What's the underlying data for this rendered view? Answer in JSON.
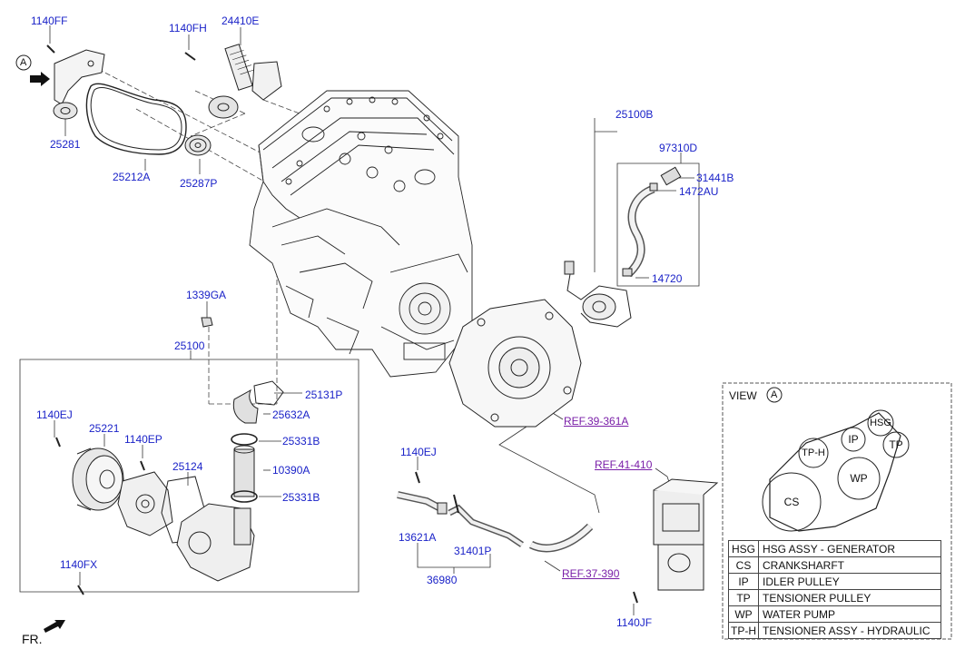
{
  "part_labels": {
    "p1140ff": "1140FF",
    "p1140fh": "1140FH",
    "p24410e": "24410E",
    "p25281": "25281",
    "p25212a": "25212A",
    "p25287p": "25287P",
    "p25100b": "25100B",
    "p97310d": "97310D",
    "p31441b": "31441B",
    "p1472au": "1472AU",
    "p14720": "14720",
    "p1339ga": "1339GA",
    "p25100": "25100",
    "p25131p": "25131P",
    "p25632a": "25632A",
    "p25331b_1": "25331B",
    "p10390a": "10390A",
    "p25331b_2": "25331B",
    "p1140ej_1": "1140EJ",
    "p25221": "25221",
    "p1140ep": "1140EP",
    "p25124": "25124",
    "p1140fx": "1140FX",
    "p1140ej_2": "1140EJ",
    "p13621a": "13621A",
    "p31401p": "31401P",
    "p36980": "36980",
    "p1140jf": "1140JF"
  },
  "references": {
    "ref39": "REF.39-361A",
    "ref41": "REF.41-410",
    "ref37": "REF.37-390"
  },
  "view_marker": "A",
  "front_indicator": "FR.",
  "view_panel": {
    "title": "VIEW",
    "marker": "A",
    "pulleys": {
      "hsg": "HSG",
      "tph": "TP-H",
      "ip": "IP",
      "tp": "TP",
      "wp": "WP",
      "cs": "CS"
    },
    "legend": [
      {
        "code": "HSG",
        "desc": "HSG ASSY - GENERATOR"
      },
      {
        "code": "CS",
        "desc": "CRANKSHARFT"
      },
      {
        "code": "IP",
        "desc": "IDLER PULLEY"
      },
      {
        "code": "TP",
        "desc": "TENSIONER PULLEY"
      },
      {
        "code": "WP",
        "desc": "WATER PUMP"
      },
      {
        "code": "TP-H",
        "desc": "TENSIONER ASSY - HYDRAULIC"
      }
    ]
  },
  "colors": {
    "part_label": "#1a22c8",
    "reference_label": "#7a1fa8",
    "line": "#222222"
  }
}
